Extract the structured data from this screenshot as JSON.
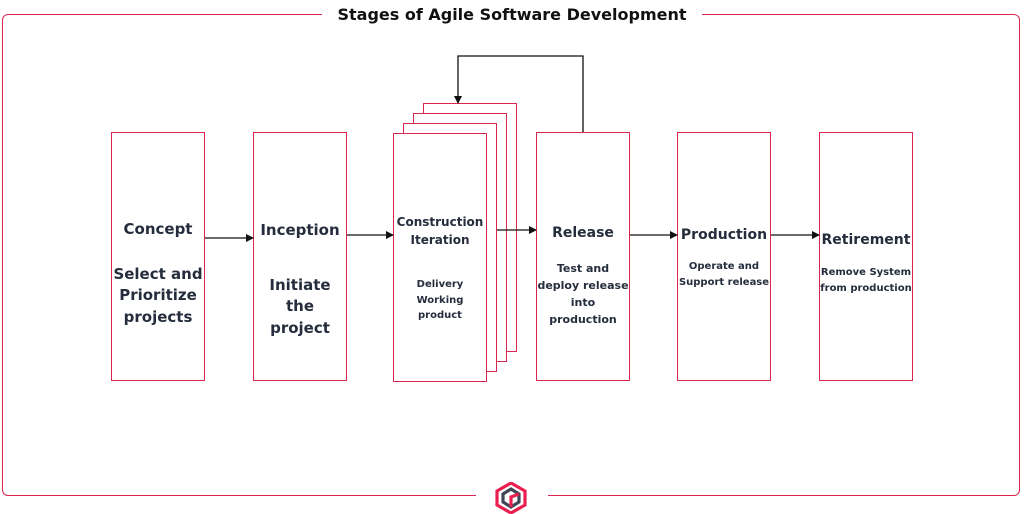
{
  "title": "Stages of Agile Software Development",
  "stages": [
    {
      "title": "Concept",
      "description": "Select and\nPrioritize\nprojects"
    },
    {
      "title": "Inception",
      "description": "Initiate the\nproject"
    },
    {
      "title": "Construction\nIteration",
      "description": "Delivery Working\nproduct"
    },
    {
      "title": "Release",
      "description": "Test and\ndeploy release\ninto production"
    },
    {
      "title": "Production",
      "description": "Operate and\nSupport release"
    },
    {
      "title": "Retirement",
      "description": "Remove System\nfrom production"
    }
  ],
  "flow": [
    "Concept",
    "Inception",
    "Construction\nIteration",
    "Release",
    "Production",
    "Retirement"
  ],
  "feedback_loop": {
    "from": "Release",
    "to": "Construction\nIteration"
  },
  "colors": {
    "accent": "#d9264f",
    "text": "#252d3d",
    "title": "#111111",
    "line": "#111111",
    "logo_dark": "#3f4655"
  },
  "icons": {
    "logo": "brand-logo-icon",
    "arrows": "arrow-right-icon",
    "loop": "feedback-arrow-icon"
  }
}
